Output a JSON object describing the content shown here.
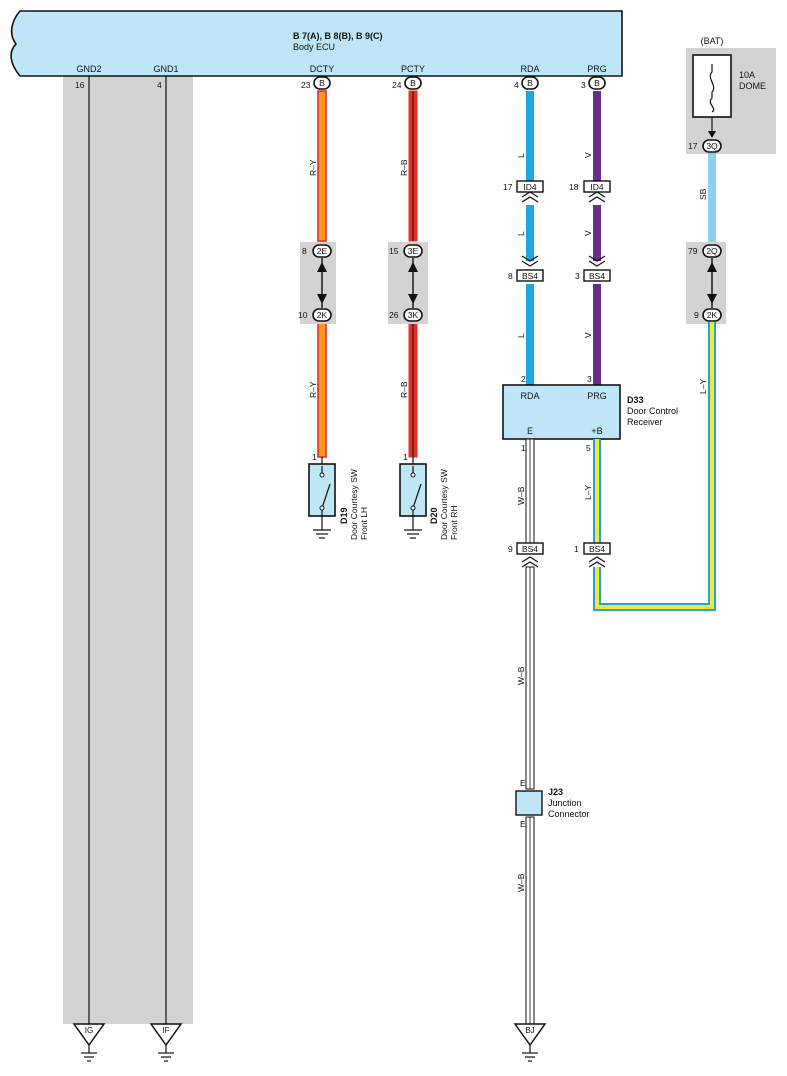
{
  "ecu": {
    "title": "B 7(A), B 8(B), B 9(C)",
    "name": "Body ECU",
    "pins": [
      "GND2",
      "GND1",
      "DCTY",
      "PCTY",
      "RDA",
      "PRG"
    ],
    "pin_numbers": [
      "16",
      "4",
      "23",
      "24",
      "4",
      "3"
    ],
    "connector_letter": "B"
  },
  "fuse": {
    "supply": "(BAT)",
    "rating": "10A",
    "name": "DOME"
  },
  "colors": {
    "ecu_fill": "#bfe6f7",
    "gray_band": "#d3d3d3",
    "red": "#e8302a",
    "orange": "#f29a1f",
    "blue": "#1aa7e4",
    "purple": "#6b2d8b",
    "light_blue": "#8fd0f0",
    "yellow": "#f5e733",
    "wb_fill": "#ffffff"
  },
  "wires": {
    "dcty": "R–Y",
    "pcty": "R–B",
    "rda": "L",
    "prg": "V",
    "dome": "SB",
    "plusb": "L–Y",
    "ground": "W–B"
  },
  "connectors": {
    "id4_a": {
      "pin": "17",
      "name": "ID4"
    },
    "id4_b": {
      "pin": "18",
      "name": "ID4"
    },
    "bs4_a": {
      "pin": "8",
      "name": "BS4"
    },
    "bs4_b": {
      "pin": "3",
      "name": "BS4"
    },
    "bs4_c": {
      "pin": "9",
      "name": "BS4"
    },
    "bs4_d": {
      "pin": "1",
      "name": "BS4"
    },
    "c2e": {
      "pin": "8",
      "name": "2E"
    },
    "c2k_a": {
      "pin": "10",
      "name": "2K"
    },
    "c3e": {
      "pin": "15",
      "name": "3E"
    },
    "c3k": {
      "pin": "26",
      "name": "3K"
    },
    "c3q": {
      "pin": "17",
      "name": "3Q"
    },
    "c2q": {
      "pin": "79",
      "name": "2Q"
    },
    "c2k_b": {
      "pin": "9",
      "name": "2K"
    }
  },
  "receiver": {
    "code": "D33",
    "name_line1": "Door Control",
    "name_line2": "Receiver",
    "pin_rda": "RDA",
    "pin_prg": "PRG",
    "pin_e": "E",
    "pin_b": "+B",
    "num_rda": "2",
    "num_prg": "3",
    "num_e": "1",
    "num_b": "5"
  },
  "switch_lh": {
    "code": "D19",
    "line1": "Door Courtesy SW",
    "line2": "Front LH",
    "pin": "1"
  },
  "switch_rh": {
    "code": "D20",
    "line1": "Door Courtesy SW",
    "line2": "Front RH",
    "pin": "1"
  },
  "junction": {
    "code": "J23",
    "line1": "Junction",
    "line2": "Connector",
    "pin_top": "E",
    "pin_bottom": "E"
  },
  "grounds": {
    "ig": "IG",
    "if": "IF",
    "bj": "BJ"
  }
}
